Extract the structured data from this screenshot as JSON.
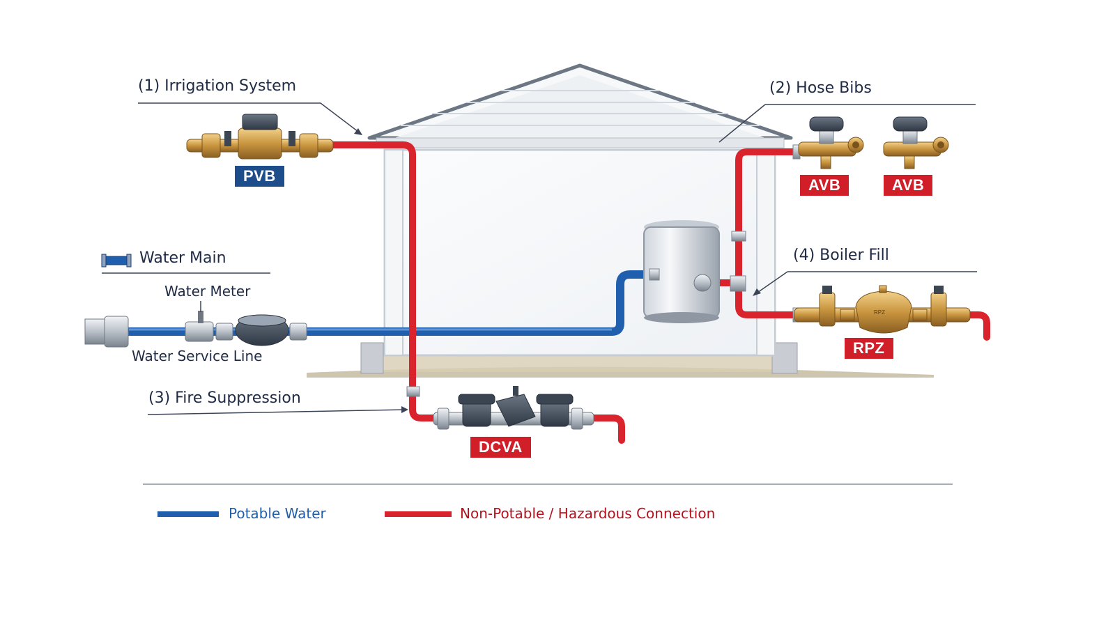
{
  "labels": {
    "irrigation": "(1) Irrigation System",
    "hose_bibs": "(2) Hose Bibs",
    "fire_suppression": "(3) Fire Suppression",
    "boiler_fill": "(4) Boiler Fill",
    "water_main": "Water Main",
    "water_meter": "Water Meter",
    "service_line": "Water Service Line"
  },
  "badges": {
    "pvb": "PVB",
    "avb_1": "AVB",
    "avb_2": "AVB",
    "rpz": "RPZ",
    "dcva": "DCVA"
  },
  "dcva_device_text": "RPZ",
  "legend": {
    "potable": "Potable Water",
    "hazardous": "Non-Potable / Hazardous Connection"
  },
  "colors": {
    "potable": "#1f5fae",
    "hazardous": "#d9232d",
    "label_text": "#1f2a44",
    "badge_blue": "#1e4d8c",
    "badge_red": "#d11f2a",
    "brass": "#c9953f",
    "gray_body": "#4a5563"
  },
  "icons": [
    "water-main-icon",
    "pvb-valve-icon",
    "avb-valve-icon",
    "rpz-valve-icon",
    "dcva-valve-icon",
    "water-meter-icon",
    "water-heater-icon"
  ]
}
